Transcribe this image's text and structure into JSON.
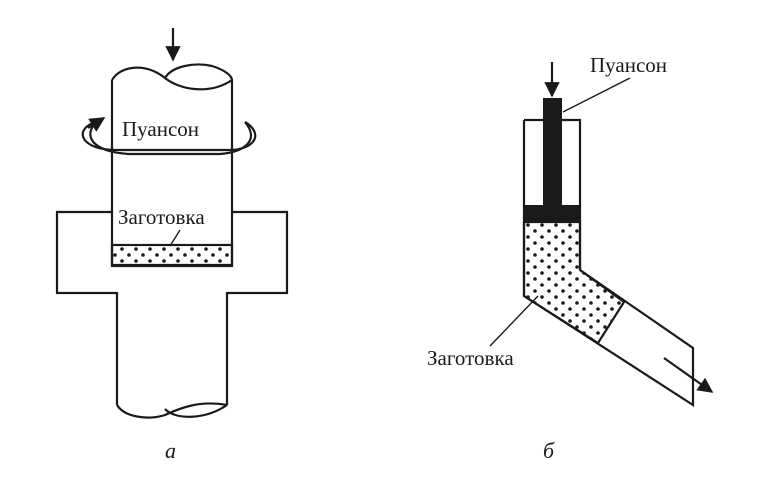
{
  "figure_a": {
    "punch_label": "Пуансон",
    "blank_label": "Заготовка",
    "caption": "а"
  },
  "figure_b": {
    "punch_label": "Пуансон",
    "blank_label": "Заготовка",
    "caption": "б"
  },
  "colors": {
    "ink": "#1a1a1a",
    "background": "#ffffff"
  }
}
